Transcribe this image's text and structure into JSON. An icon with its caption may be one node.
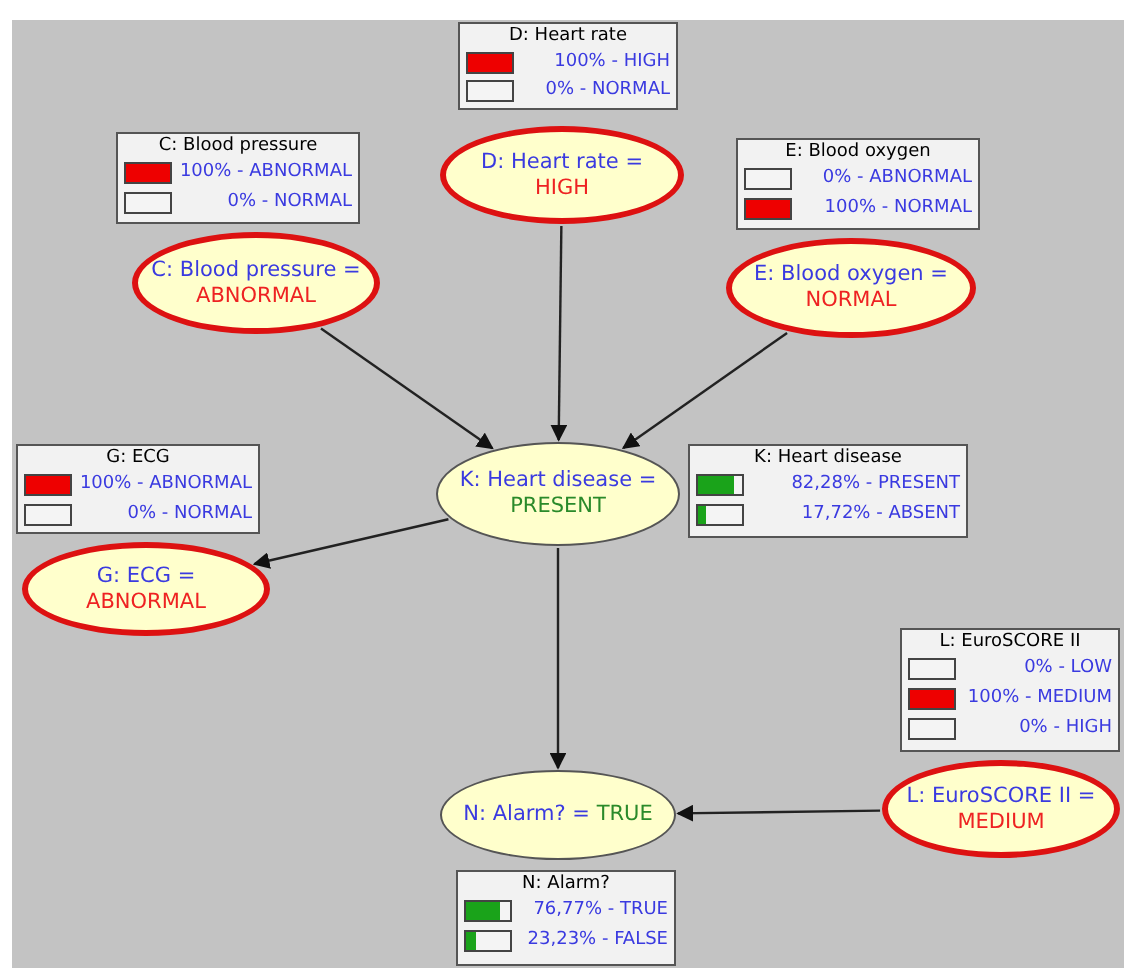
{
  "diagram": {
    "nodes": [
      {
        "text": [
          "D: Heart rate",
          "100% - HIGH",
          "0% - NORMAL"
        ]
      },
      {
        "text": [
          "D: Heart rate =",
          "HIGH"
        ]
      },
      {
        "text": [
          "C: Blood pressure",
          "100% - ABNORMAL",
          "0% - NORMAL"
        ]
      },
      {
        "text": [
          "C: Blood pressure =",
          "ABNORMAL"
        ]
      },
      {
        "text": [
          "E: Blood oxygen",
          "0% - ABNORMAL",
          "100% - NORMAL"
        ]
      },
      {
        "text": [
          "E: Blood oxygen =",
          "NORMAL"
        ]
      },
      {
        "text": [
          "K: Heart disease =",
          "PRESENT"
        ]
      },
      {
        "text": [
          "K: Heart disease",
          "82,28% - PRESENT",
          "17,72% - ABSENT"
        ]
      },
      {
        "text": [
          "G: ECG",
          "100% - ABNORMAL",
          "0% - NORMAL"
        ]
      },
      {
        "text": [
          "G: ECG =",
          "ABNORMAL"
        ]
      },
      {
        "text": [
          "L: EuroSCORE II",
          "0% - LOW",
          "100% - MEDIUM",
          "0% - HIGH"
        ]
      },
      {
        "text": [
          "L: EuroSCORE II =",
          "MEDIUM"
        ]
      },
      {
        "text": [
          "N: Alarm? =",
          "TRUE"
        ]
      },
      {
        "text": [
          "N: Alarm?",
          "76,77% - TRUE",
          "23,23% - FALSE"
        ]
      }
    ],
    "edges": [
      {
        "from": 3,
        "to": 6,
        "arrow": "to"
      },
      {
        "from": 1,
        "to": 6,
        "arrow": "to"
      },
      {
        "from": 5,
        "to": 6,
        "arrow": "to"
      },
      {
        "from": 6,
        "to": 9,
        "arrow": "to"
      },
      {
        "from": 6,
        "to": 12,
        "arrow": "to"
      },
      {
        "from": 11,
        "to": 12,
        "arrow": "to"
      }
    ]
  }
}
